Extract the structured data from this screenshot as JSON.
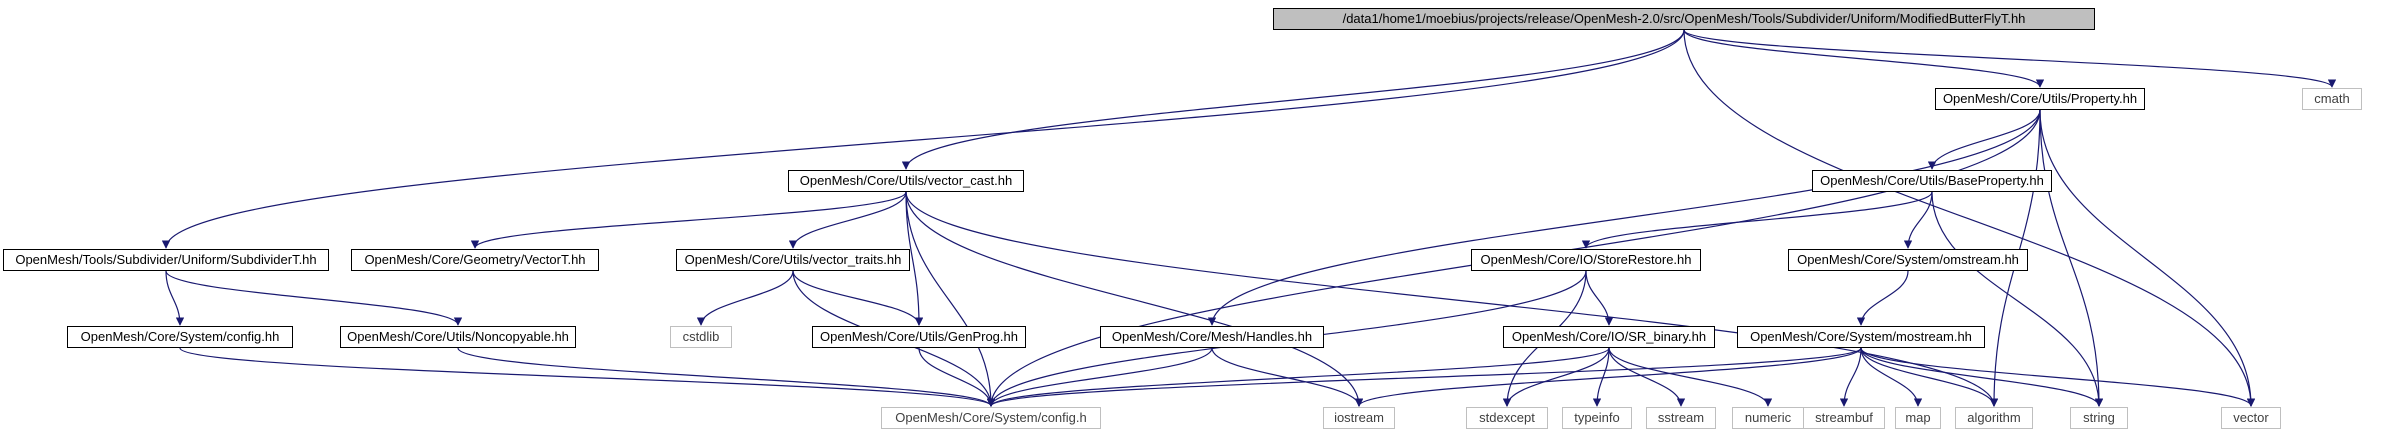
{
  "colors": {
    "edge": "#191970",
    "node_border": "#000000",
    "ext_border": "#bfbfbf",
    "root_fill": "#bfbfbf"
  },
  "nodes": {
    "root": {
      "label": "/data1/home1/moebius/projects/release/OpenMesh-2.0/src/OpenMesh/Tools/Subdivider/Uniform/ModifiedButterFlyT.hh",
      "kind": "root"
    },
    "property": {
      "label": "OpenMesh/Core/Utils/Property.hh",
      "kind": "internal"
    },
    "cmath": {
      "label": "cmath",
      "kind": "external"
    },
    "vector_cast": {
      "label": "OpenMesh/Core/Utils/vector_cast.hh",
      "kind": "internal"
    },
    "baseprop": {
      "label": "OpenMesh/Core/Utils/BaseProperty.hh",
      "kind": "internal"
    },
    "subdivT": {
      "label": "OpenMesh/Tools/Subdivider/Uniform/SubdividerT.hh",
      "kind": "internal"
    },
    "vectorT": {
      "label": "OpenMesh/Core/Geometry/VectorT.hh",
      "kind": "internal"
    },
    "vtraits": {
      "label": "OpenMesh/Core/Utils/vector_traits.hh",
      "kind": "internal"
    },
    "storerest": {
      "label": "OpenMesh/Core/IO/StoreRestore.hh",
      "kind": "internal"
    },
    "omstream": {
      "label": "OpenMesh/Core/System/omstream.hh",
      "kind": "internal"
    },
    "confighh": {
      "label": "OpenMesh/Core/System/config.hh",
      "kind": "internal"
    },
    "noncopy": {
      "label": "OpenMesh/Core/Utils/Noncopyable.hh",
      "kind": "internal"
    },
    "cstdlib": {
      "label": "cstdlib",
      "kind": "external"
    },
    "genprog": {
      "label": "OpenMesh/Core/Utils/GenProg.hh",
      "kind": "internal"
    },
    "handles": {
      "label": "OpenMesh/Core/Mesh/Handles.hh",
      "kind": "internal"
    },
    "srbinary": {
      "label": "OpenMesh/Core/IO/SR_binary.hh",
      "kind": "internal"
    },
    "mostream": {
      "label": "OpenMesh/Core/System/mostream.hh",
      "kind": "internal"
    },
    "configh": {
      "label": "OpenMesh/Core/System/config.h",
      "kind": "external"
    },
    "iostream": {
      "label": "iostream",
      "kind": "external"
    },
    "stdexcept": {
      "label": "stdexcept",
      "kind": "external"
    },
    "typeinfo": {
      "label": "typeinfo",
      "kind": "external"
    },
    "sstream": {
      "label": "sstream",
      "kind": "external"
    },
    "numeric": {
      "label": "numeric",
      "kind": "external"
    },
    "streambuf": {
      "label": "streambuf",
      "kind": "external"
    },
    "map": {
      "label": "map",
      "kind": "external"
    },
    "algorithm": {
      "label": "algorithm",
      "kind": "external"
    },
    "string": {
      "label": "string",
      "kind": "external"
    },
    "vector": {
      "label": "vector",
      "kind": "external"
    }
  },
  "edges": [
    [
      "root",
      "property"
    ],
    [
      "root",
      "cmath"
    ],
    [
      "root",
      "vector"
    ],
    [
      "root",
      "vector_cast"
    ],
    [
      "root",
      "subdivT"
    ],
    [
      "property",
      "baseprop"
    ],
    [
      "property",
      "handles"
    ],
    [
      "property",
      "configh"
    ],
    [
      "property",
      "algorithm"
    ],
    [
      "property",
      "string"
    ],
    [
      "property",
      "vector"
    ],
    [
      "vector_cast",
      "vectorT"
    ],
    [
      "vector_cast",
      "vtraits"
    ],
    [
      "vector_cast",
      "genprog"
    ],
    [
      "vector_cast",
      "configh"
    ],
    [
      "vector_cast",
      "iostream"
    ],
    [
      "vector_cast",
      "algorithm"
    ],
    [
      "baseprop",
      "storerest"
    ],
    [
      "baseprop",
      "omstream"
    ],
    [
      "baseprop",
      "string"
    ],
    [
      "subdivT",
      "confighh"
    ],
    [
      "subdivT",
      "noncopy"
    ],
    [
      "vtraits",
      "cstdlib"
    ],
    [
      "vtraits",
      "genprog"
    ],
    [
      "vtraits",
      "configh"
    ],
    [
      "storerest",
      "srbinary"
    ],
    [
      "storerest",
      "stdexcept"
    ],
    [
      "storerest",
      "configh"
    ],
    [
      "omstream",
      "mostream"
    ],
    [
      "confighh",
      "configh"
    ],
    [
      "noncopy",
      "configh"
    ],
    [
      "genprog",
      "configh"
    ],
    [
      "handles",
      "configh"
    ],
    [
      "handles",
      "iostream"
    ],
    [
      "srbinary",
      "configh"
    ],
    [
      "srbinary",
      "stdexcept"
    ],
    [
      "srbinary",
      "typeinfo"
    ],
    [
      "srbinary",
      "sstream"
    ],
    [
      "srbinary",
      "numeric"
    ],
    [
      "mostream",
      "configh"
    ],
    [
      "mostream",
      "iostream"
    ],
    [
      "mostream",
      "streambuf"
    ],
    [
      "mostream",
      "map"
    ],
    [
      "mostream",
      "algorithm"
    ],
    [
      "mostream",
      "string"
    ],
    [
      "mostream",
      "vector"
    ]
  ]
}
